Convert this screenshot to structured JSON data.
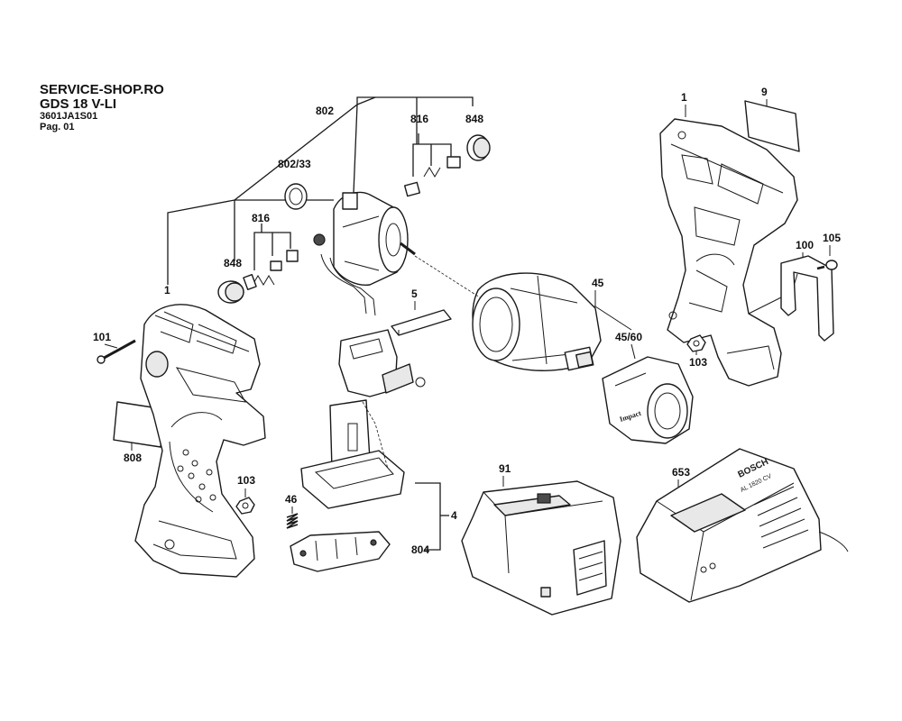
{
  "header": {
    "site": "SERVICE-SHOP.RO",
    "model": "GDS 18 V-LI",
    "code": "3601JA1S01",
    "page": "Pag. 01"
  },
  "callouts": {
    "c802": "802",
    "c816_top": "816",
    "c848_top": "848",
    "c802_33": "802/33",
    "c816_left": "816",
    "c848_left": "848",
    "c1_left": "1",
    "c101": "101",
    "c808": "808",
    "c103_left": "103",
    "c46": "46",
    "c804": "804",
    "c4": "4",
    "c5": "5",
    "c45": "45",
    "c45_60": "45/60",
    "c91": "91",
    "c653": "653",
    "c1_right": "1",
    "c9": "9",
    "c100": "100",
    "c105": "105",
    "c103_right": "103"
  },
  "product_markings": {
    "impact_cover": "Impact",
    "charger_brand": "BOSCH",
    "charger_model": "AL 1820 CV"
  },
  "colors": {
    "line": "#1a1a1a",
    "background": "#ffffff",
    "part_fill": "#ffffff",
    "shade": "#e8e8e8"
  }
}
